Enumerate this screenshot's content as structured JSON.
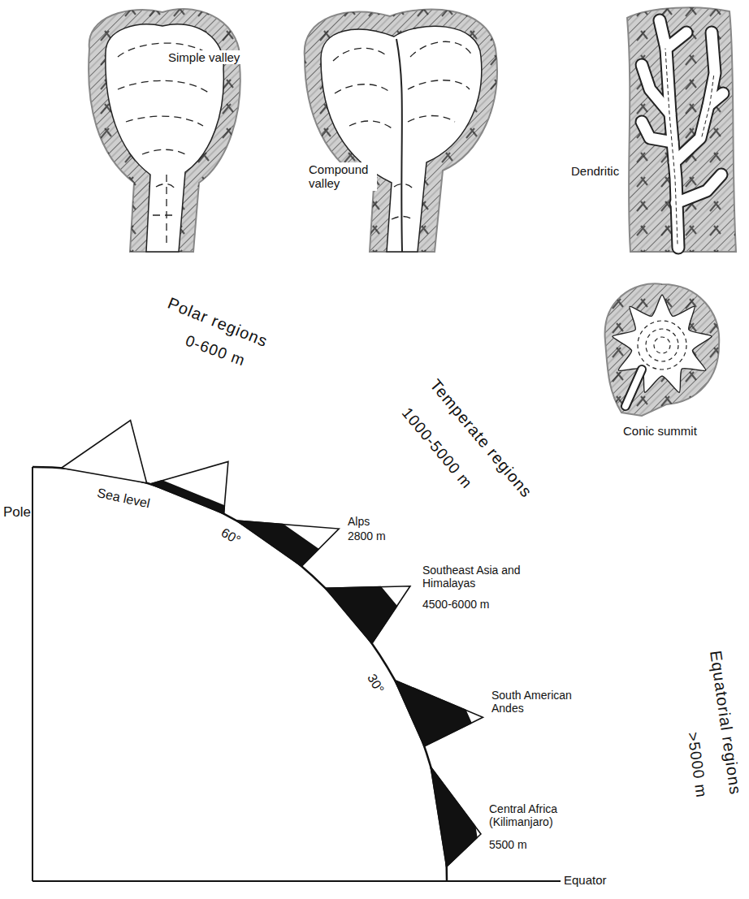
{
  "diagram": {
    "labels": [
      "Simple valley",
      "Compound valley",
      "Dendritic",
      "Conic summit",
      "Polar regions",
      "0-600 m",
      "Temperate regions",
      "1000-5000 m",
      "Equatorial regions",
      ">5000 m",
      "Pole",
      "Sea level",
      "60°",
      "Alps",
      "2800 m",
      "Southeast Asia and Himalayas",
      "4500-6000 m",
      "30°",
      "South American Andes",
      "Central Africa (Kilimanjaro)",
      "5500 m",
      "Equator"
    ]
  }
}
